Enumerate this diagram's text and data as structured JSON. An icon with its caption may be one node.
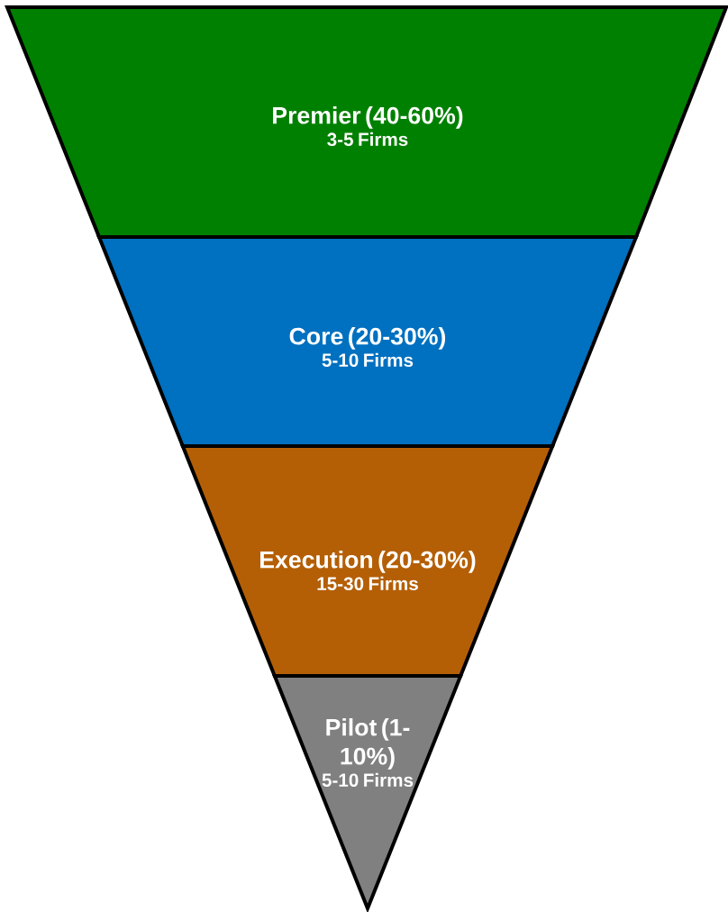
{
  "diagram": {
    "nodes": [
      {
        "text": [
          "Premier (40-60%)",
          "3-5 Firms"
        ]
      },
      {
        "text": [
          "Core (20-30%)",
          "5-10 Firms"
        ]
      },
      {
        "text": [
          "Execution (20-30%)",
          "15-30 Firms"
        ]
      },
      {
        "text": [
          "Pilot (1-10%)",
          "5-10 Firms"
        ]
      }
    ]
  }
}
